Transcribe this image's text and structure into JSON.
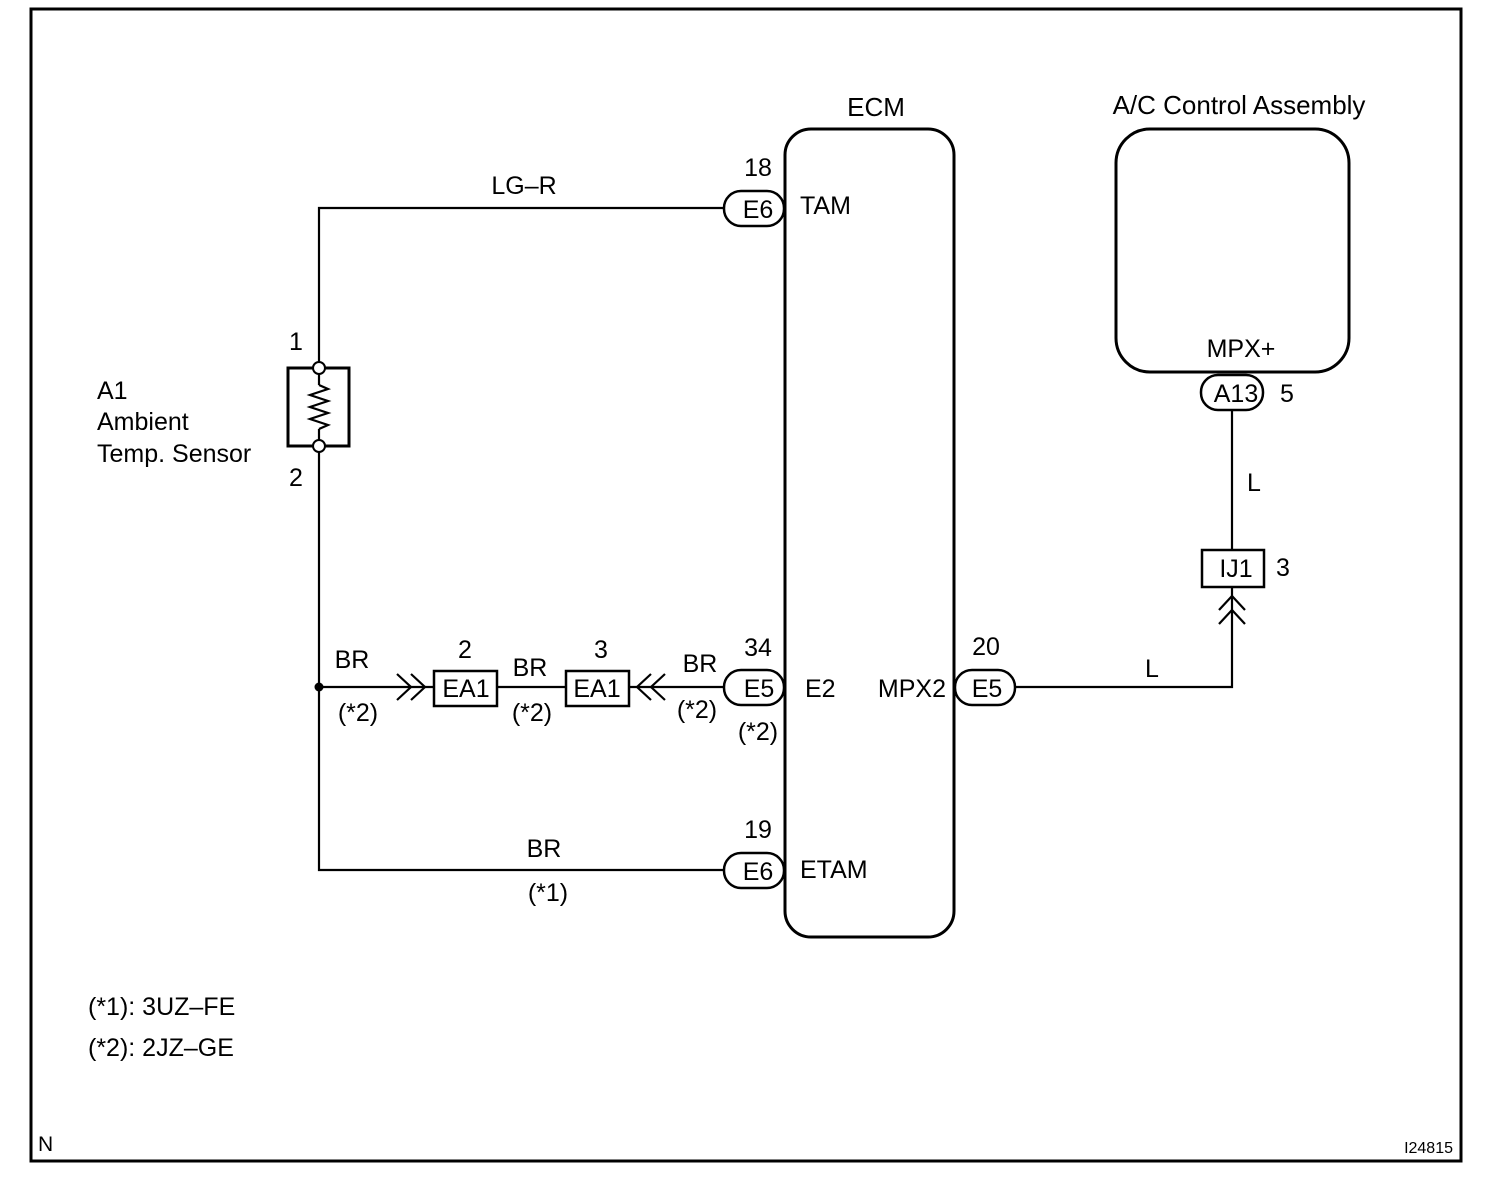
{
  "ecm": {
    "title": "ECM",
    "pins": {
      "tam": {
        "num": "18",
        "conn": "E6",
        "name": "TAM"
      },
      "e2": {
        "num": "34",
        "conn": "E5",
        "name": "E2",
        "note": "(*2)"
      },
      "etam": {
        "num": "19",
        "conn": "E6",
        "name": "ETAM"
      },
      "mpx2": {
        "num": "20",
        "conn": "E5",
        "name": "MPX2"
      }
    }
  },
  "ac": {
    "title": "A/C Control Assembly",
    "pin": {
      "name": "MPX+",
      "conn": "A13",
      "num": "5"
    }
  },
  "sensor": {
    "line1": "A1",
    "line2": "Ambient",
    "line3": "Temp. Sensor",
    "pin1": "1",
    "pin2": "2"
  },
  "wires": {
    "tam": "LG–R",
    "br_left": "BR",
    "br_left_note": "(*2)",
    "br_mid": "BR",
    "br_mid_note": "(*2)",
    "br_right": "BR",
    "br_right_note": "(*2)",
    "etam": "BR",
    "etam_note": "(*1)",
    "mpx_h": "L",
    "mpx_v": "L"
  },
  "junctions": {
    "ea1_left": {
      "name": "EA1",
      "num": "2"
    },
    "ea1_right": {
      "name": "EA1",
      "num": "3"
    },
    "ij1": {
      "name": "IJ1",
      "num": "3"
    }
  },
  "legend": {
    "note1": "(*1): 3UZ–FE",
    "note2": "(*2): 2JZ–GE"
  },
  "corner": {
    "left": "N",
    "right": "I24815"
  }
}
